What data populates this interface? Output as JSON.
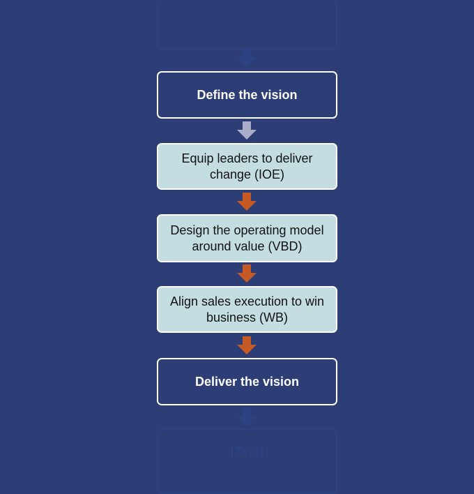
{
  "steps": [
    {
      "label": "Define the vision",
      "style": "outline"
    },
    {
      "label": "Equip leaders to deliver change (IOE)",
      "style": "filled"
    },
    {
      "label": "Design the operating model around value (VBD)",
      "style": "filled"
    },
    {
      "label": "Align sales execution to win business (WB)",
      "style": "filled"
    },
    {
      "label": "Deliver the vision",
      "style": "outline"
    }
  ],
  "faded_bottom_label": "[Text]",
  "colors": {
    "background": "#2d3d76",
    "box_fill": "#c3dde1",
    "arrow_grey": "#a9aec8",
    "arrow_orange": "#c55a24",
    "faded": "#2c4283"
  }
}
